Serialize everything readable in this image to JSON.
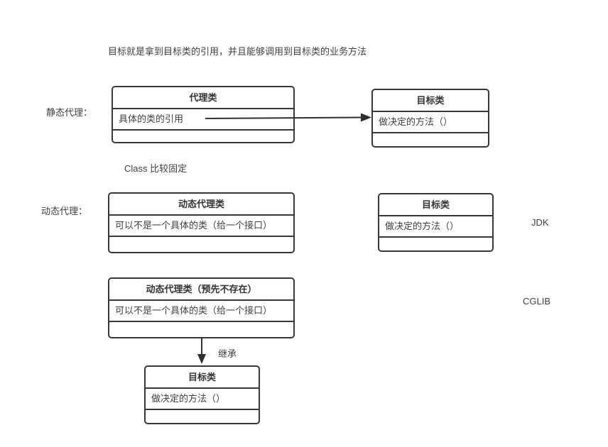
{
  "labels": {
    "heading": "目标就是拿到目标类的引用，并且能够调用到目标类的业务方法",
    "static_proxy_label": "静态代理：",
    "dynamic_proxy_label": "动态代理：",
    "class_note": "Class 比较固定",
    "jdk": "JDK",
    "cglib": "CGLIB",
    "inherit": "继承"
  },
  "boxes": {
    "static_proxy": {
      "title": "代理类",
      "member": "具体的类的引用"
    },
    "static_target": {
      "title": "目标类",
      "member": "做决定的方法（）"
    },
    "jdk_proxy": {
      "title": "动态代理类",
      "member": "可以不是一个具体的类（给一个接口）"
    },
    "jdk_target": {
      "title": "目标类",
      "member": "做决定的方法（）"
    },
    "cglib_proxy": {
      "title": "动态代理类（预先不存在）",
      "member": "可以不是一个具体的类（给一个接口）"
    },
    "cglib_target": {
      "title": "目标类",
      "member": "做决定的方法（）"
    }
  },
  "colors": {
    "line": "#2f2f2f",
    "text": "#3f3f3f",
    "border": "#383838",
    "background": "#ffffff"
  }
}
